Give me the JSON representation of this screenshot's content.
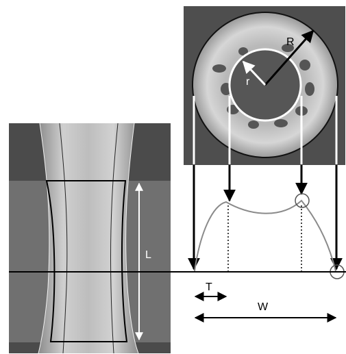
{
  "labels": {
    "R": "R",
    "r": "r",
    "L": "L",
    "T": "T",
    "W": "W"
  },
  "colors": {
    "background": "#ffffff",
    "scan_dark": "#4e4e4e",
    "scan_band": "#6e6e6e",
    "bone_light": "#c9c9c9",
    "arrow_white": "#ffffff",
    "arrow_black": "#000000",
    "profile_curve": "#8a8a8a"
  },
  "icons": {
    "outer_radius_arrow": "arrow-icon",
    "inner_radius_arrow": "arrow-icon",
    "marker_circle": "circle-marker-icon"
  }
}
